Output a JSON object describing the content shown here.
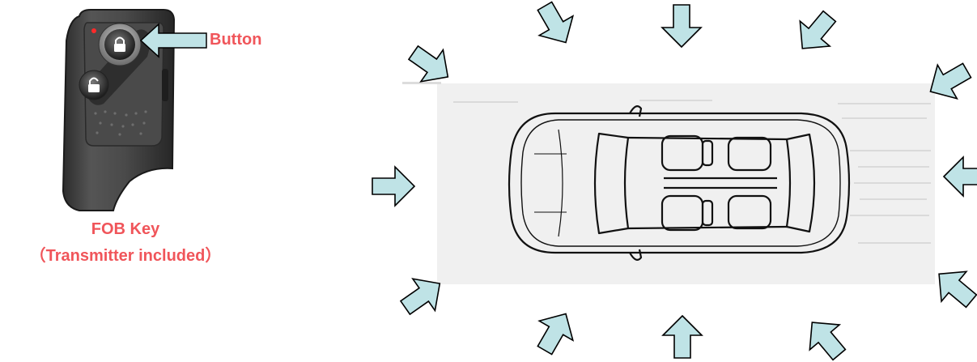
{
  "labels": {
    "button": "Button",
    "fob_title": "FOB Key",
    "fob_subtitle": "（Transmitter included）"
  },
  "colors": {
    "label": "#f0555a",
    "arrow_fill": "#bfe3e6",
    "arrow_stroke": "#000000",
    "fob_body": "#3a3a3a",
    "paper": "#f0f0f0"
  },
  "icons": {
    "lock": "lock-icon",
    "unlock": "unlock-icon",
    "led": "led-indicator",
    "arrow": "arrow-icon"
  }
}
